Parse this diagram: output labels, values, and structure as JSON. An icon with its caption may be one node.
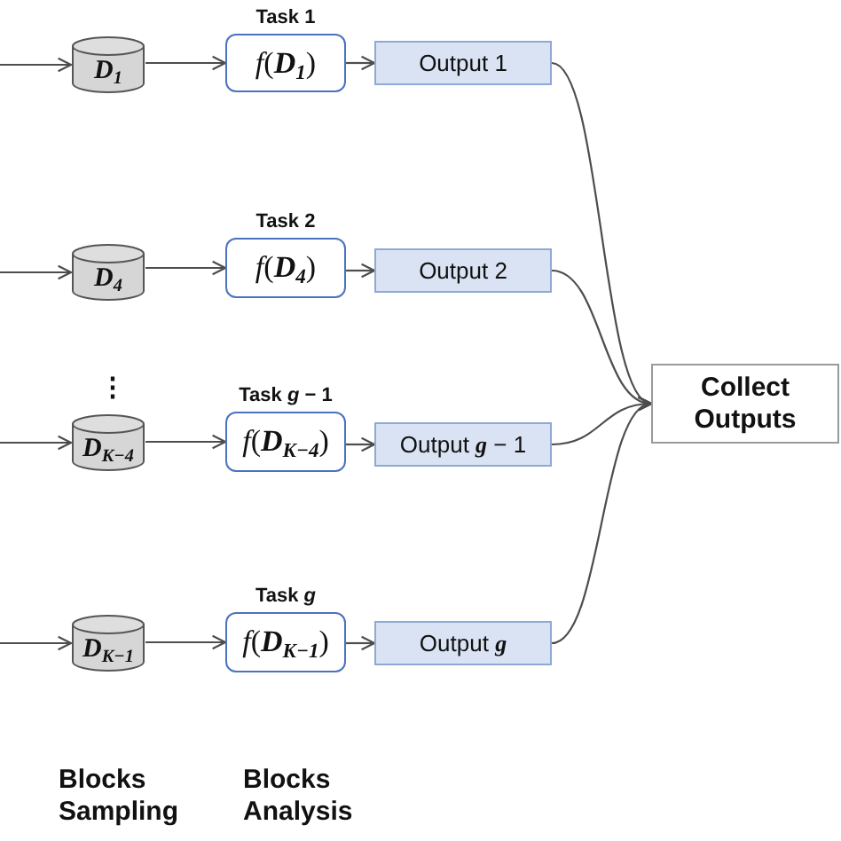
{
  "diagram": {
    "nodes": [
      {
        "text": [
          "*D*$_{1}$"
        ]
      },
      {
        "text": [
          "Task 1",
          "*f*(**D**$_{1}$)"
        ]
      },
      {
        "text": [
          "Output 1"
        ]
      },
      {
        "text": [
          "*D*$_{4}$"
        ]
      },
      {
        "text": [
          "Task 2",
          "*f*(**D**$_{4}$)"
        ]
      },
      {
        "text": [
          "Output 2"
        ]
      },
      {
        "text": [
          "*D*$_{K−4}$"
        ]
      },
      {
        "text": [
          "Task *g* − 1",
          "*f*(**D**$_{K−4}$)"
        ]
      },
      {
        "text": [
          "Output *g* − 1"
        ]
      },
      {
        "text": [
          "*D*$_{K−1}$"
        ]
      },
      {
        "text": [
          "Task *g*",
          "*f*(**D**$_{K−1}$)"
        ]
      },
      {
        "text": [
          "Output *g*"
        ]
      },
      {
        "text": [
          "Collect Outputs"
        ]
      }
    ],
    "edges": [
      {
        "from": null,
        "to": 0,
        "arrow": "to"
      },
      {
        "from": 0,
        "to": 1,
        "arrow": "to"
      },
      {
        "from": 1,
        "to": 2,
        "arrow": "to"
      },
      {
        "from": null,
        "to": 3,
        "arrow": "to"
      },
      {
        "from": 3,
        "to": 4,
        "arrow": "to"
      },
      {
        "from": 4,
        "to": 5,
        "arrow": "to"
      },
      {
        "from": null,
        "to": 6,
        "arrow": "to"
      },
      {
        "from": 6,
        "to": 7,
        "arrow": "to"
      },
      {
        "from": 7,
        "to": 8,
        "arrow": "to"
      },
      {
        "from": null,
        "to": 9,
        "arrow": "to"
      },
      {
        "from": 9,
        "to": 10,
        "arrow": "to"
      },
      {
        "from": 10,
        "to": 11,
        "arrow": "to"
      },
      {
        "from": 2,
        "to": 12,
        "arrow": "to"
      },
      {
        "from": 5,
        "to": 12,
        "arrow": "to"
      },
      {
        "from": 8,
        "to": 12,
        "arrow": "to"
      },
      {
        "from": 11,
        "to": 12,
        "arrow": "to"
      }
    ],
    "labels": [
      "⋮",
      "Blocks Sampling",
      "Blocks Analysis"
    ]
  }
}
